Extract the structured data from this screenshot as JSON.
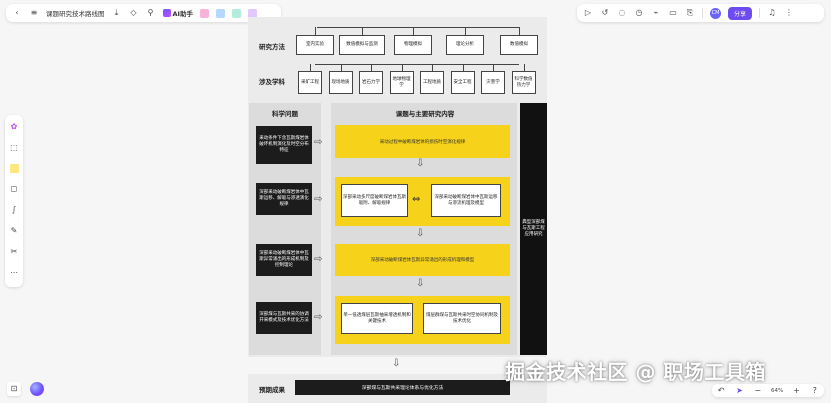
{
  "toolbar": {
    "doc_title": "课题研究技术路线图",
    "ai_label": "AI助手",
    "share_label": "分享",
    "avatar_text": "CM"
  },
  "diagram": {
    "methods_label": "研究方法",
    "methods": [
      "室内实验",
      "数值模拟与监测",
      "物理模拟",
      "理论分析",
      "数值模拟"
    ],
    "disciplines_label": "涉及学科",
    "disciplines": [
      "采矿工程",
      "现场地质",
      "岩石力学",
      "地球物理学",
      "工程地质",
      "安全工程",
      "灾害学",
      "科学数值热力学"
    ],
    "left_header": "科学问题",
    "center_header": "课题与主要研究内容",
    "problems": [
      "采动条件下含瓦斯煤岩体破坏机制演化及时空分布特征",
      "深部采动破断煤岩体中瓦斯运移、解吸与渗透演化规律",
      "深部采动破断煤岩体中瓦斯异常涌出的形成机制及控制理论",
      "深部煤与瓦斯共采的协调开采模式及技术优化方法"
    ],
    "row1": "采动过程中破断煤岩体的损伤时空演化规律",
    "row2_left": "深部采动多尺度破断煤岩体瓦斯吸附、解吸规律",
    "row2_right": "深部采动破断煤岩体中瓦斯运移与渗流机理及模型",
    "row3": "深部采动破断煤岩体瓦斯异常涌出的形成机理和模型",
    "row4_left": "单一低透煤层瓦斯抽采增透机制和关键技术",
    "row4_right": "煤层群煤与瓦斯共采时空协同机制及技术优化",
    "right_col": "典型深部煤与瓦斯工程应用研究",
    "result_label": "预期成果",
    "result_text": "深部煤与瓦斯共采理论体系与优化方法"
  },
  "watermark": "掘金技术社区 @ 职场工具箱",
  "zoom": {
    "level": "64%"
  }
}
